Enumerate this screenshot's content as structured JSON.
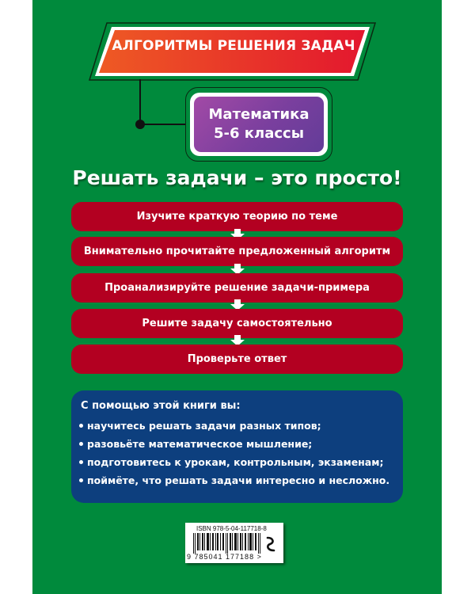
{
  "series": {
    "title": "АЛГОРИТМЫ РЕШЕНИЯ ЗАДАЧ",
    "colors": {
      "gradient_start": "#ee5a24",
      "gradient_end": "#e3172e"
    }
  },
  "subject": {
    "line1": "Математика",
    "line2": "5-6 классы",
    "color": "#7a3f9e"
  },
  "headline": "Решать задачи – это просто!",
  "steps": [
    {
      "label": "Изучите краткую теорию по теме"
    },
    {
      "label": "Внимательно прочитайте предложенный алгоритм"
    },
    {
      "label": "Проанализируйте решение задачи-примера"
    },
    {
      "label": "Решите задачу самостоятельно"
    },
    {
      "label": "Проверьте ответ"
    }
  ],
  "benefits": {
    "header": "С помощью этой книги вы:",
    "items": [
      "научитесь решать задачи разных типов;",
      "разовьёте математическое мышление;",
      "подготовитесь к урокам, контрольным, экзаменам;",
      "поймёте, что решать задачи интересно и несложно."
    ]
  },
  "barcode": {
    "isbn": "ISBN 978-5-04-117718-8",
    "ean": "9 785041 177188 >"
  },
  "colors": {
    "background": "#008a3c",
    "step_red": "#b30021",
    "benefits_blue": "#0d3f7e"
  }
}
